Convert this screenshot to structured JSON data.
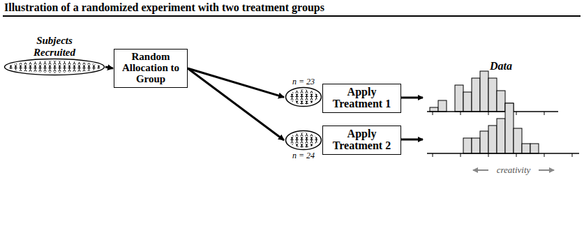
{
  "diagram": {
    "title": "Illustration of a randomized experiment with two treatment groups",
    "nodes": [
      {
        "text": [
          "Subjects Recruited"
        ]
      },
      {
        "text": [
          "Random Allocation to Group"
        ]
      },
      {
        "text": [
          "n = 23"
        ]
      },
      {
        "text": [
          "Apply Treatment 1"
        ]
      },
      {
        "text": [
          "n = 24"
        ]
      },
      {
        "text": [
          "Apply Treatment 2"
        ]
      }
    ],
    "edges": [
      {
        "from": 0,
        "to": 1,
        "arrow": "to"
      },
      {
        "from": 1,
        "to": 2,
        "arrow": "to"
      },
      {
        "from": 1,
        "to": 4,
        "arrow": "to"
      }
    ],
    "labels": [
      "Data",
      "creativity"
    ]
  }
}
